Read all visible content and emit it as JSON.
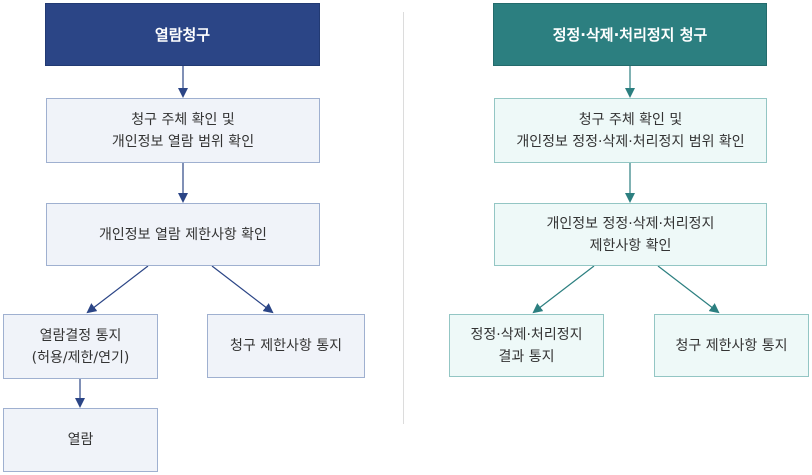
{
  "left_flow": {
    "title": "열람청구",
    "step1": {
      "line1": "청구 주체 확인 및",
      "line2": "개인정보 열람 범위 확인"
    },
    "step2": {
      "line1": "개인정보 열람 제한사항 확인"
    },
    "step3a": {
      "line1": "열람결정 통지",
      "line2": "(허용/제한/연기)"
    },
    "step3b": {
      "line1": "청구 제한사항 통지"
    },
    "step4": {
      "line1": "열람"
    }
  },
  "right_flow": {
    "title": "정정·삭제·처리정지 청구",
    "step1": {
      "line1": "청구 주체 확인 및",
      "line2": "개인정보 정정·삭제·처리정지 범위 확인"
    },
    "step2": {
      "line1": "개인정보 정정·삭제·처리정지",
      "line2": "제한사항 확인"
    },
    "step3a": {
      "line1": "정정·삭제·처리정지",
      "line2": "결과 통지"
    },
    "step3b": {
      "line1": "청구 제한사항 통지"
    }
  },
  "colors": {
    "left_accent": "#2b4586",
    "right_accent": "#2c7f80",
    "left_box_fill": "#f0f3f9",
    "right_box_fill": "#eef9f8"
  }
}
